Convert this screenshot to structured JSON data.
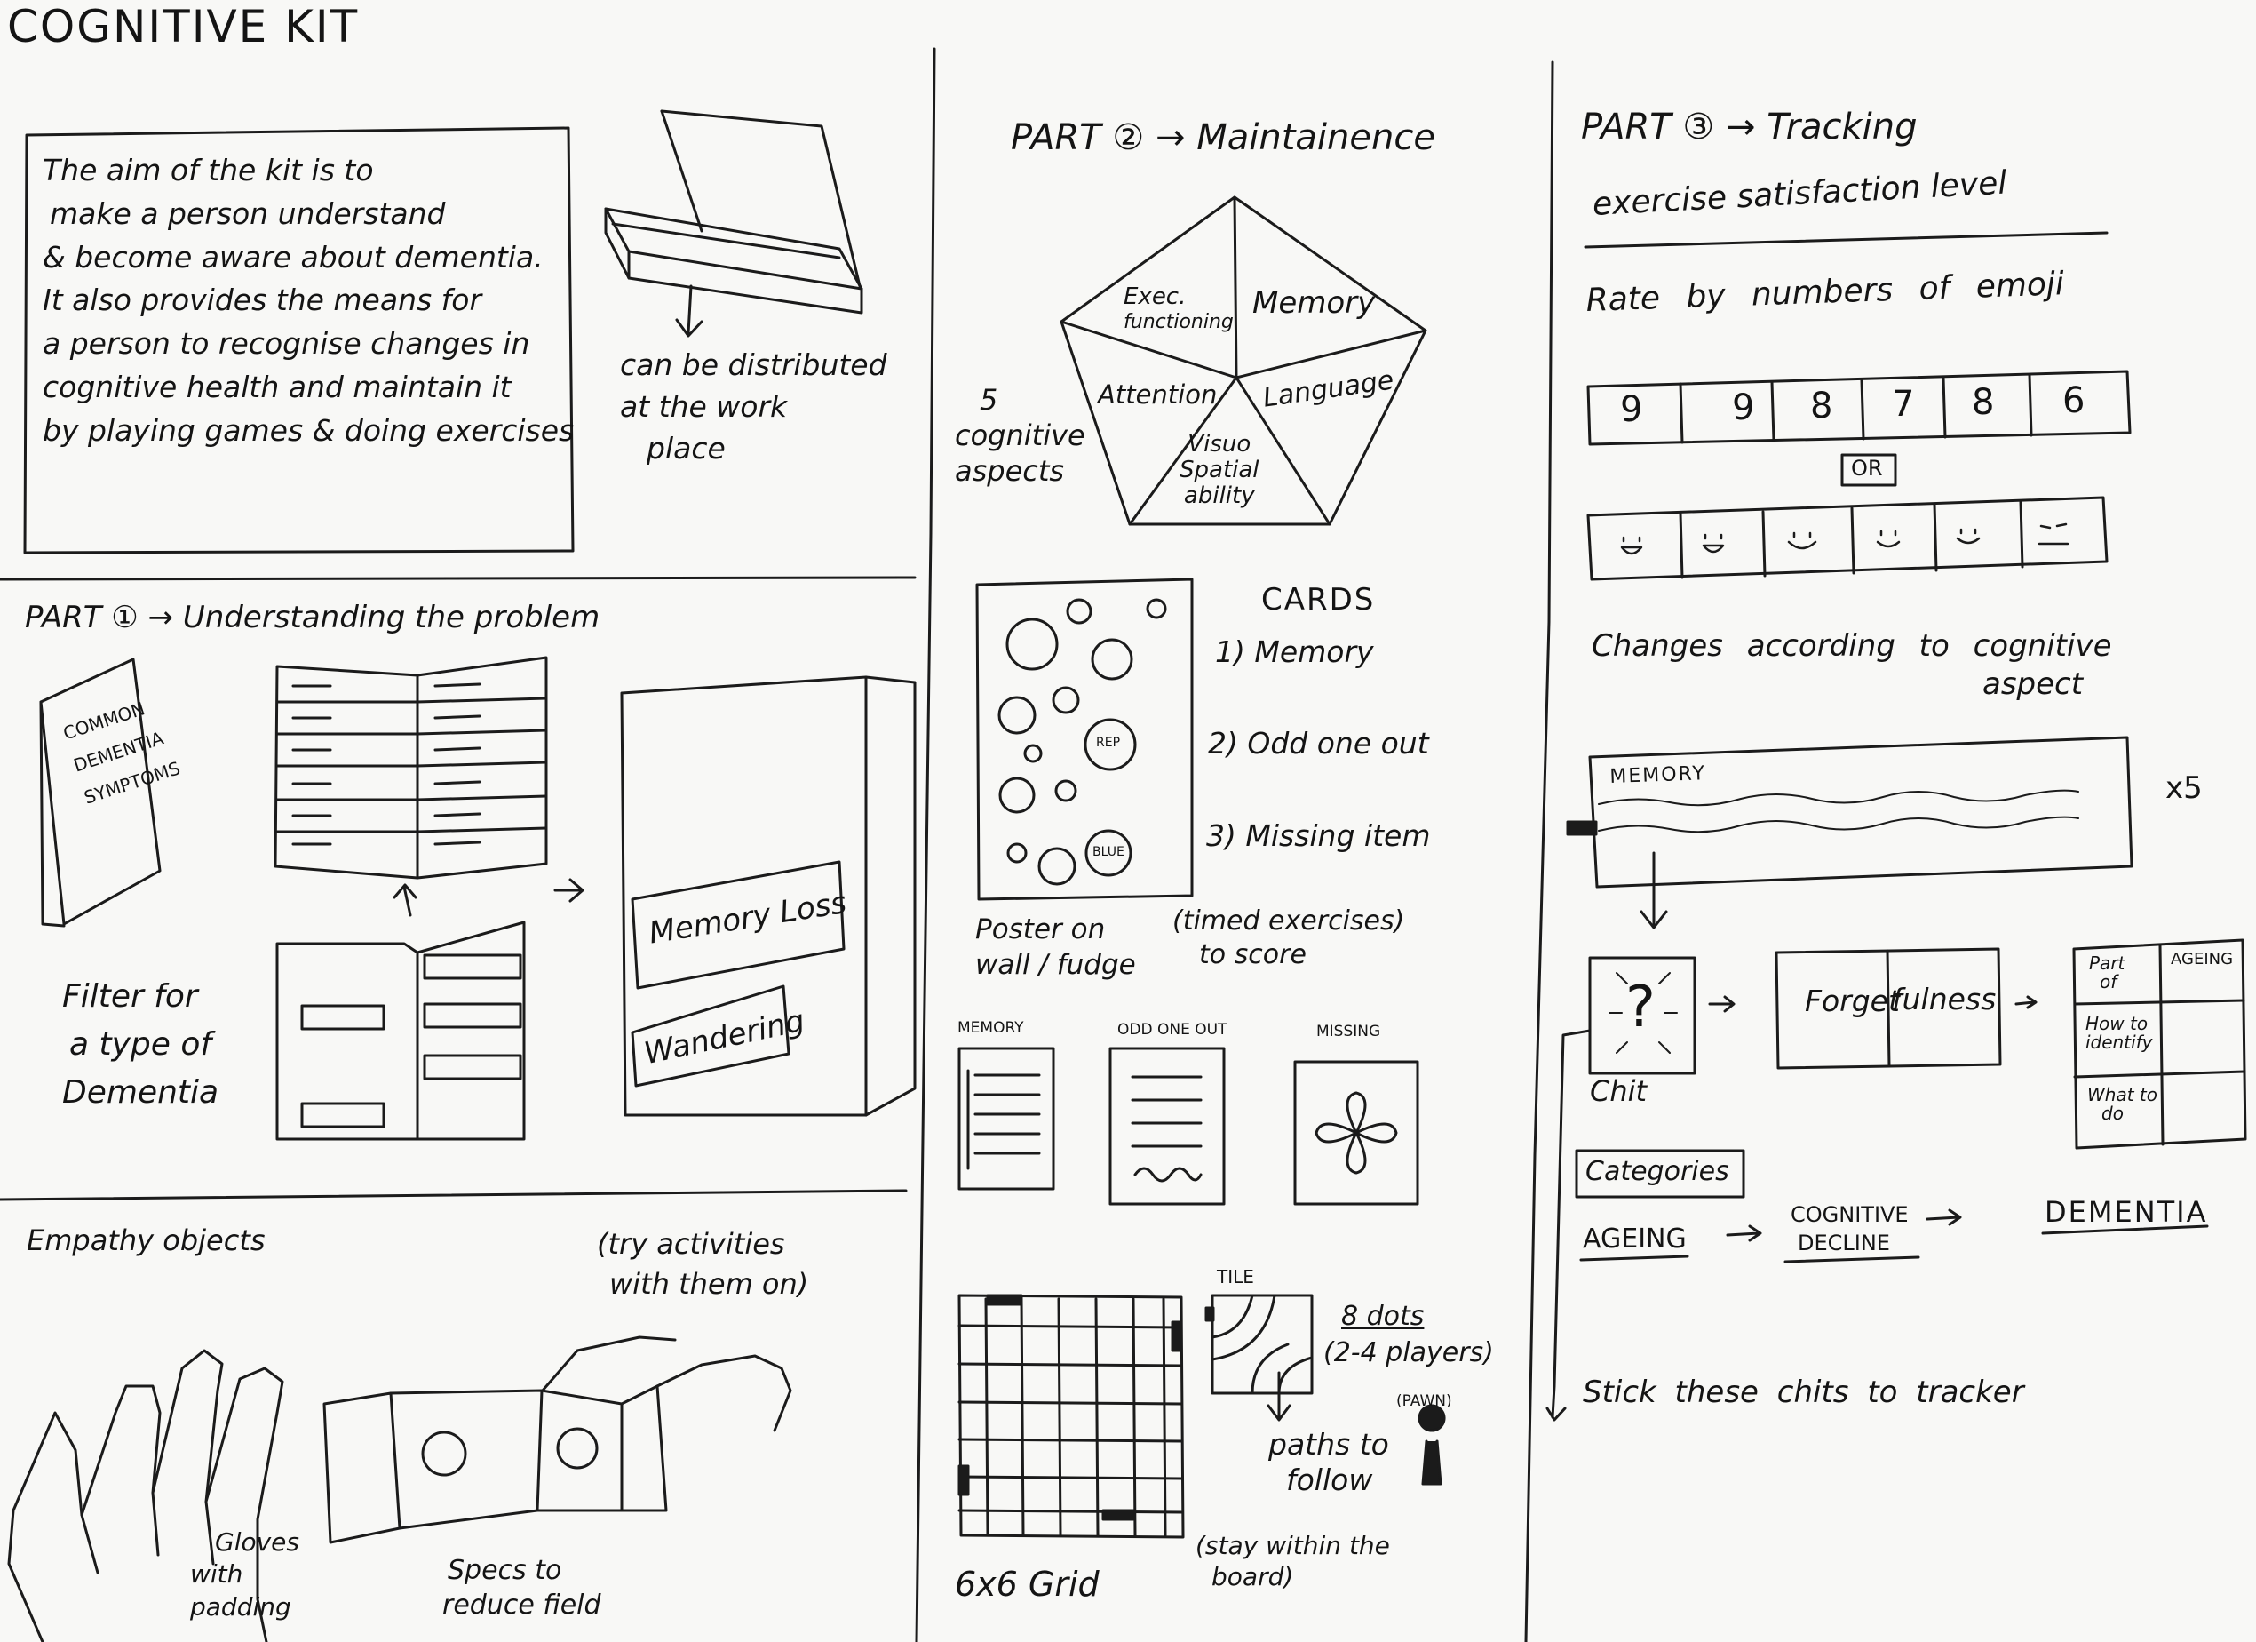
{
  "title": "COGNITIVE KIT",
  "intro": {
    "lines": [
      "The aim of the kit is to",
      "make a person understand",
      "& become aware about dementia.",
      "It also provides the means for",
      "a person to recognise changes in",
      "cognitive health and maintain it",
      "by playing games & doing exercises"
    ],
    "box_note": [
      "can be distributed",
      "at the work",
      "place"
    ]
  },
  "part1": {
    "heading": "PART ① → Understanding the problem",
    "booklet_cover": [
      "COMMON",
      "DEMENTIA",
      "SYMPTOMS"
    ],
    "filter_note": [
      "Filter for",
      "a type of",
      "Dementia"
    ],
    "symptoms": [
      "Memory Loss",
      "Wandering"
    ]
  },
  "empathy": {
    "heading": "Empathy objects",
    "note": [
      "(try activities",
      "with them on)"
    ],
    "gloves": [
      "Gloves",
      "with",
      "padding"
    ],
    "specs": [
      "Specs to",
      "reduce field"
    ]
  },
  "part2": {
    "heading": "PART ② → Maintainence",
    "aspects_label": [
      "5",
      "cognitive",
      "aspects"
    ],
    "aspects": [
      [
        "Exec.",
        "functioning"
      ],
      [
        "Memory"
      ],
      [
        "Attention"
      ],
      [
        "Language"
      ],
      [
        "Visuo",
        "Spatial",
        "ability"
      ]
    ],
    "cards_title": "CARDS",
    "cards": [
      "1) Memory",
      "2) Odd one out",
      "3) Missing item"
    ],
    "poster_circles": [
      "REP",
      "BLUE"
    ],
    "poster_note": [
      "Poster on",
      "wall / fudge"
    ],
    "timed_note": [
      "(timed exercises)",
      "to score"
    ],
    "card_labels": [
      "MEMORY",
      "ODD ONE OUT",
      "MISSING"
    ],
    "tile_label": "TILE",
    "dots_note": [
      "8 dots",
      "(2-4 players)"
    ],
    "pawn_label": "(PAWN)",
    "paths_note": [
      "paths to",
      "follow"
    ],
    "board_note": [
      "(stay within the",
      "board)"
    ],
    "grid_label": "6x6 Grid"
  },
  "part3": {
    "heading": "PART ③ → Tracking",
    "subheading": "exercise satisfaction level",
    "rate_label": "Rate by numbers of emoji",
    "scores": [
      9,
      9,
      8,
      7,
      8,
      6
    ],
    "or_label": "OR",
    "changes_note": [
      "Changes according to cognitive",
      "aspect"
    ],
    "memory_label": "MEMORY",
    "times": "x5",
    "chit_label": "Chit",
    "forgetfulness": [
      "Forget",
      "fulness"
    ],
    "table_rows": [
      [
        "Part",
        "of"
      ],
      [
        "How to",
        "identify"
      ],
      [
        "What to",
        "do"
      ]
    ],
    "table_header": "AGEING",
    "categories_label": "Categories",
    "categories": [
      "AGEING",
      "COGNITIVE",
      "DECLINE",
      "DEMENTIA"
    ],
    "stick_note": "Stick these chits to tracker"
  }
}
